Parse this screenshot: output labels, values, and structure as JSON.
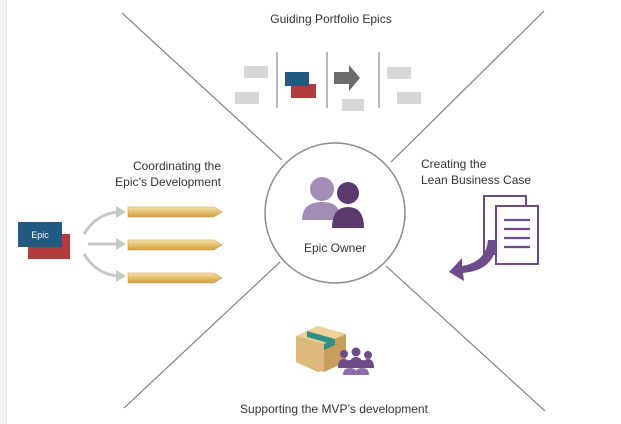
{
  "diagram": {
    "hub": {
      "label": "Epic Owner"
    },
    "sections": {
      "top": {
        "title": "Guiding Portfolio Epics",
        "icon": "kanban-flow-icon"
      },
      "left": {
        "title_line1": "Coordinating the",
        "title_line2": "Epic’s  Development",
        "tag": "Epic",
        "icon": "epic-to-features-icon"
      },
      "right": {
        "title_line1": "Creating the",
        "title_line2": "Lean  Business Case",
        "icon": "business-case-documents-icon"
      },
      "bottom": {
        "title": "Supporting the MVP’s development",
        "icon": "package-team-icon"
      }
    },
    "colors": {
      "line": "#777777",
      "ring": "#8c8c8c",
      "owner_light": "#a48db5",
      "owner_dark": "#5b3b6d",
      "epic_blue": "#23587f",
      "epic_red": "#b13a3a",
      "placeholder_gray": "#d6d6d6",
      "arrow_gray": "#6b6b6b",
      "feature_gold": "#e7c57b",
      "doc_purple": "#6e4a88",
      "box_tan": "#d8b274",
      "tape_teal": "#2f8f86"
    }
  }
}
